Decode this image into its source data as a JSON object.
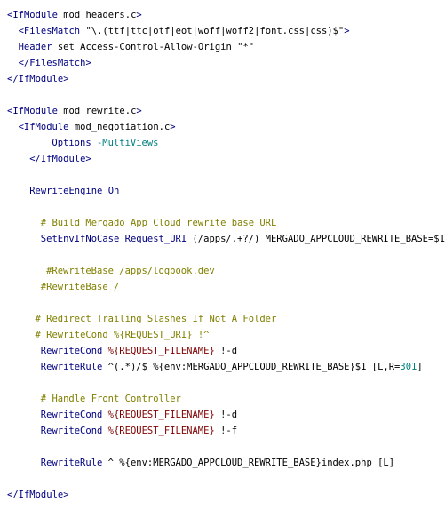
{
  "lines": [
    {
      "indent": 0,
      "tokens": [
        {
          "t": "<IfModule ",
          "c": "tag"
        },
        {
          "t": "mod_headers.c",
          "c": "plain"
        },
        {
          "t": ">",
          "c": "tag"
        }
      ]
    },
    {
      "indent": 2,
      "tokens": [
        {
          "t": "<FilesMatch ",
          "c": "tag"
        },
        {
          "t": "\"\\.(ttf|ttc|otf|eot|woff|woff2|font.css|css)$\"",
          "c": "str"
        },
        {
          "t": ">",
          "c": "tag"
        }
      ]
    },
    {
      "indent": 2,
      "tokens": [
        {
          "t": "Header ",
          "c": "kw"
        },
        {
          "t": "set Access-Control-Allow-Origin \"*\"",
          "c": "plain"
        }
      ]
    },
    {
      "indent": 2,
      "tokens": [
        {
          "t": "</FilesMatch>",
          "c": "tag"
        }
      ]
    },
    {
      "indent": 0,
      "tokens": [
        {
          "t": "</IfModule>",
          "c": "tag"
        }
      ]
    },
    {
      "indent": 0,
      "tokens": []
    },
    {
      "indent": 0,
      "tokens": [
        {
          "t": "<IfModule ",
          "c": "tag"
        },
        {
          "t": "mod_rewrite.c",
          "c": "plain"
        },
        {
          "t": ">",
          "c": "tag"
        }
      ]
    },
    {
      "indent": 2,
      "tokens": [
        {
          "t": "<IfModule ",
          "c": "tag"
        },
        {
          "t": "mod_negotiation.c",
          "c": "plain"
        },
        {
          "t": ">",
          "c": "tag"
        }
      ]
    },
    {
      "indent": 8,
      "tokens": [
        {
          "t": "Options ",
          "c": "kw"
        },
        {
          "t": "-MultiViews",
          "c": "opt"
        }
      ]
    },
    {
      "indent": 4,
      "tokens": [
        {
          "t": "</IfModule>",
          "c": "tag"
        }
      ]
    },
    {
      "indent": 0,
      "tokens": []
    },
    {
      "indent": 4,
      "tokens": [
        {
          "t": "RewriteEngine ",
          "c": "kw"
        },
        {
          "t": "On",
          "c": "kw"
        }
      ]
    },
    {
      "indent": 0,
      "tokens": []
    },
    {
      "indent": 6,
      "tokens": [
        {
          "t": "# Build Mergado App Cloud rewrite base URL",
          "c": "comment"
        }
      ]
    },
    {
      "indent": 6,
      "tokens": [
        {
          "t": "SetEnvIfNoCase ",
          "c": "kw"
        },
        {
          "t": "Request_URI ",
          "c": "kw"
        },
        {
          "t": "(/apps/.+?/) MERGADO_APPCLOUD_REWRITE_BASE=$1",
          "c": "plain"
        }
      ]
    },
    {
      "indent": 0,
      "tokens": []
    },
    {
      "indent": 7,
      "tokens": [
        {
          "t": "#RewriteBase /apps/logbook.dev",
          "c": "comment"
        }
      ]
    },
    {
      "indent": 6,
      "tokens": [
        {
          "t": "#RewriteBase /",
          "c": "comment"
        }
      ]
    },
    {
      "indent": 0,
      "tokens": []
    },
    {
      "indent": 5,
      "tokens": [
        {
          "t": "# Redirect Trailing Slashes If Not A Folder",
          "c": "comment"
        }
      ]
    },
    {
      "indent": 5,
      "tokens": [
        {
          "t": "# RewriteCond %{REQUEST_URI} !^",
          "c": "comment"
        }
      ]
    },
    {
      "indent": 6,
      "tokens": [
        {
          "t": "RewriteCond ",
          "c": "kw"
        },
        {
          "t": "%{REQUEST_FILENAME}",
          "c": "var"
        },
        {
          "t": " !-d",
          "c": "plain"
        }
      ]
    },
    {
      "indent": 6,
      "tokens": [
        {
          "t": "RewriteRule ",
          "c": "kw"
        },
        {
          "t": "^(.*)/$ %{env:MERGADO_APPCLOUD_REWRITE_BASE}$1 [L,R=",
          "c": "plain"
        },
        {
          "t": "301",
          "c": "num"
        },
        {
          "t": "]",
          "c": "plain"
        }
      ]
    },
    {
      "indent": 0,
      "tokens": []
    },
    {
      "indent": 6,
      "tokens": [
        {
          "t": "# Handle Front Controller",
          "c": "comment"
        }
      ]
    },
    {
      "indent": 6,
      "tokens": [
        {
          "t": "RewriteCond ",
          "c": "kw"
        },
        {
          "t": "%{REQUEST_FILENAME}",
          "c": "var"
        },
        {
          "t": " !-d",
          "c": "plain"
        }
      ]
    },
    {
      "indent": 6,
      "tokens": [
        {
          "t": "RewriteCond ",
          "c": "kw"
        },
        {
          "t": "%{REQUEST_FILENAME}",
          "c": "var"
        },
        {
          "t": " !-f",
          "c": "plain"
        }
      ]
    },
    {
      "indent": 0,
      "tokens": []
    },
    {
      "indent": 6,
      "tokens": [
        {
          "t": "RewriteRule ",
          "c": "kw"
        },
        {
          "t": "^ %{env:MERGADO_APPCLOUD_REWRITE_BASE}index.php [L]",
          "c": "plain"
        }
      ]
    },
    {
      "indent": 0,
      "tokens": []
    },
    {
      "indent": 0,
      "tokens": [
        {
          "t": "</IfModule>",
          "c": "tag"
        }
      ]
    }
  ],
  "colors": {
    "tag": "#000080",
    "keyword": "#000080",
    "comment": "#808000",
    "variable": "#800000",
    "number": "#008080",
    "option": "#008080",
    "text": "#000000",
    "background": "#ffffff"
  }
}
